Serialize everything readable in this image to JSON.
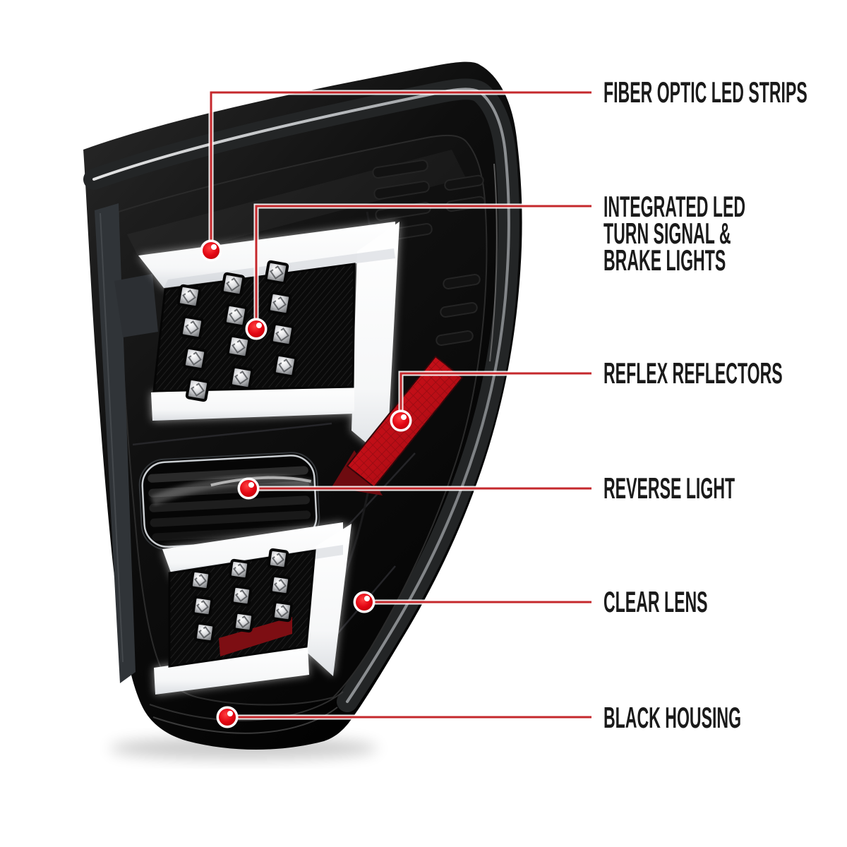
{
  "colors": {
    "page_bg": "#ffffff",
    "callout_line_red": "#c5282c",
    "callout_dot_red": "#e30613",
    "label_text": "#1a1a1a",
    "reflector_red": "#cf1420",
    "light_bar_white": "#ffffff",
    "housing_black": "#0a0a0a"
  },
  "figure": {
    "type": "annotated-product-illustration",
    "subject": "led-tail-light",
    "upper_led_grid": {
      "rows": 4,
      "cols": 3
    },
    "lower_led_grid": {
      "rows": 3,
      "cols": 3
    }
  },
  "callouts": [
    {
      "id": "fiber-optic-led-strips",
      "lines": [
        "FIBER OPTIC LED STRIPS"
      ]
    },
    {
      "id": "integrated-led-turn-signal-brake-lights",
      "lines": [
        "INTEGRATED LED",
        "TURN SIGNAL &",
        "BRAKE LIGHTS"
      ]
    },
    {
      "id": "reflex-reflectors",
      "lines": [
        "REFLEX REFLECTORS"
      ]
    },
    {
      "id": "reverse-light",
      "lines": [
        "REVERSE LIGHT"
      ]
    },
    {
      "id": "clear-lens",
      "lines": [
        "CLEAR LENS"
      ]
    },
    {
      "id": "black-housing",
      "lines": [
        "BLACK HOUSING"
      ]
    }
  ]
}
